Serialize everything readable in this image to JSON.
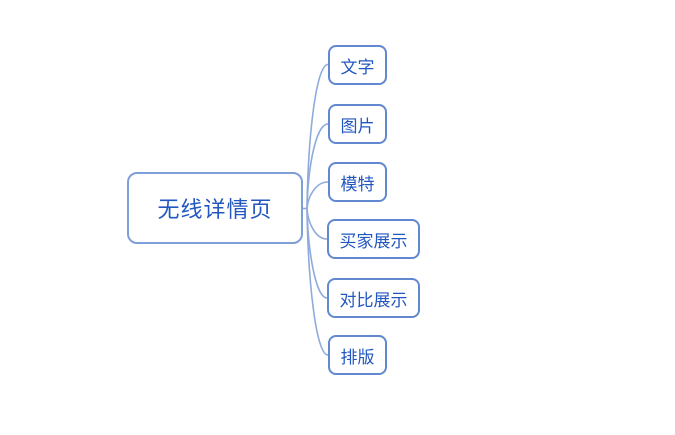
{
  "diagram": {
    "type": "mindmap",
    "root": {
      "label": "无线详情页"
    },
    "children": [
      {
        "label": "文字"
      },
      {
        "label": "图片"
      },
      {
        "label": "模特"
      },
      {
        "label": "买家展示"
      },
      {
        "label": "对比展示"
      },
      {
        "label": "排版"
      }
    ],
    "colors": {
      "background": "#ffffff",
      "root_border": "#7e9fd8",
      "child_border": "#6288d0",
      "text": "#2357c0",
      "connector": "#8fabdc"
    }
  }
}
